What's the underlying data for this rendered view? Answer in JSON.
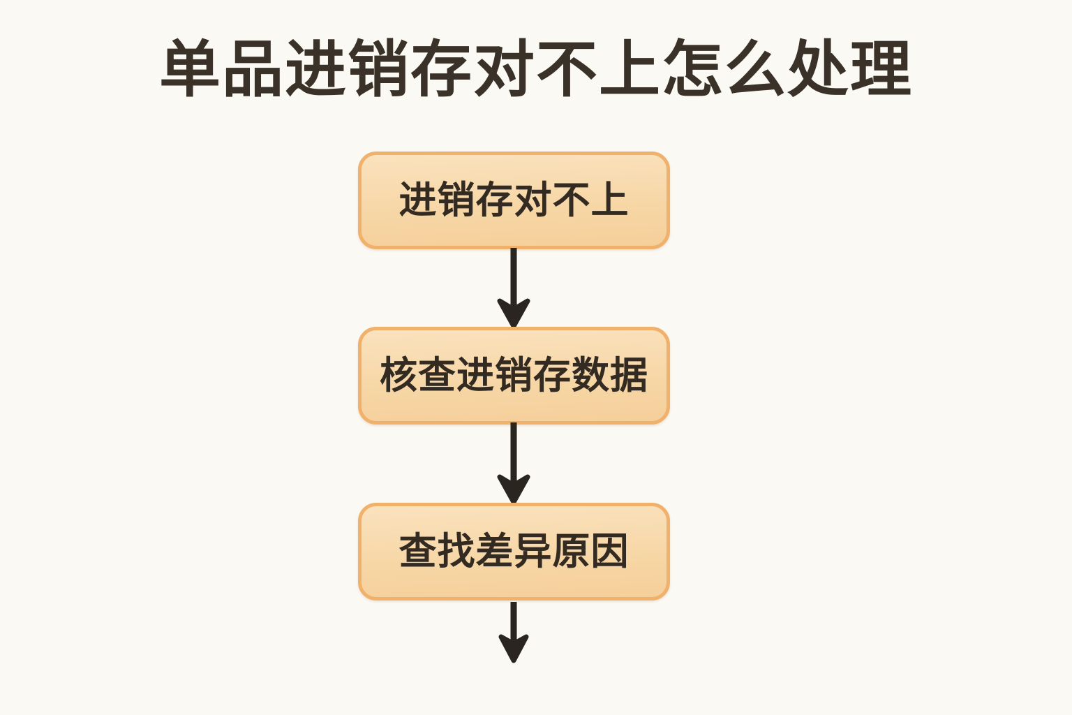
{
  "page": {
    "background_color": "#FBF9F4",
    "title": "单品进销存对不上怎么处理"
  },
  "theme": {
    "node_fill": "#F7D9AE",
    "node_border": "#EFB16C",
    "node_text_color": "#332A22",
    "title_color": "#3A3129",
    "arrow_color": "#2B2520"
  },
  "chart_data": {
    "type": "diagram",
    "diagram_type": "flowchart",
    "orientation": "top-to-bottom",
    "title": "单品进销存对不上怎么处理",
    "nodes": [
      {
        "id": "n1",
        "label": "进销存对不上",
        "shape": "rounded-rect"
      },
      {
        "id": "n2",
        "label": "核查进销存数据",
        "shape": "rounded-rect"
      },
      {
        "id": "n3",
        "label": "查找差异原因",
        "shape": "rounded-rect"
      }
    ],
    "edges": [
      {
        "from": "n1",
        "to": "n2",
        "style": "solid-arrow",
        "label": ""
      },
      {
        "from": "n2",
        "to": "n3",
        "style": "solid-arrow",
        "label": ""
      },
      {
        "from": "n3",
        "to": null,
        "style": "solid-arrow",
        "label": "",
        "note": "arrow continues below the visible image edge"
      }
    ],
    "legend": [],
    "annotations": []
  }
}
